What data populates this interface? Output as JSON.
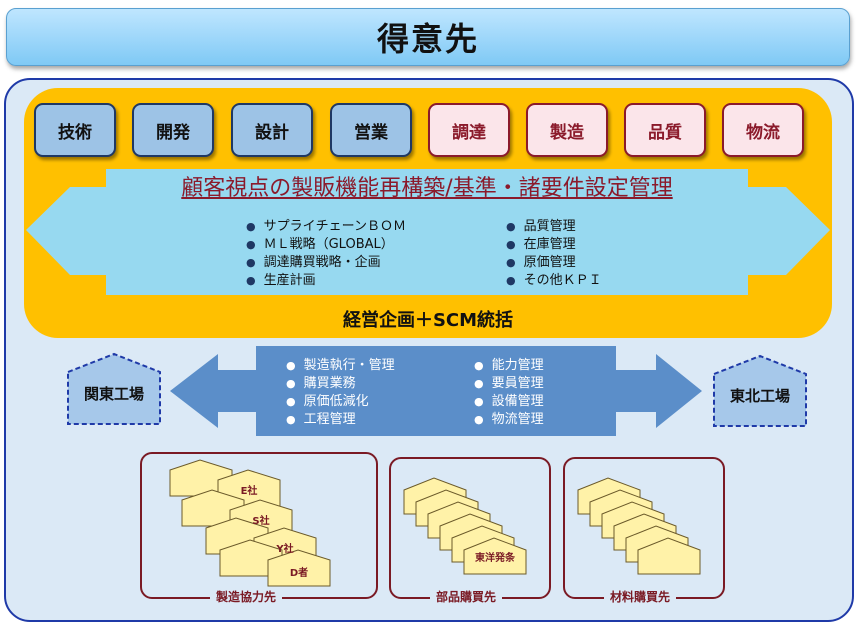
{
  "header": {
    "title": "得意先"
  },
  "departments": [
    {
      "label": "技術",
      "style": "blue"
    },
    {
      "label": "開発",
      "style": "blue"
    },
    {
      "label": "設計",
      "style": "blue"
    },
    {
      "label": "営業",
      "style": "blue"
    },
    {
      "label": "調達",
      "style": "pink"
    },
    {
      "label": "製造",
      "style": "pink"
    },
    {
      "label": "品質",
      "style": "pink"
    },
    {
      "label": "物流",
      "style": "pink"
    }
  ],
  "hq": {
    "arrow_title": "顧客視点の製販機能再構築/基準・諸要件設定管理",
    "left_items": [
      "サプライチェーンＢＯＭ",
      "ＭＬ戦略（GLOBAL）",
      "調達購買戦略・企画",
      "生産計画"
    ],
    "right_items": [
      "品質管理",
      "在庫管理",
      "原価管理",
      "その他ＫＰＩ"
    ],
    "label": "経営企画＋SCM統括",
    "colors": {
      "panel": "#ffc000",
      "arrow": "#97d9f0",
      "title": "#8b1a2b"
    }
  },
  "factories": {
    "left": "関東工場",
    "right": "東北工場",
    "left_items": [
      "製造執行・管理",
      "購買業務",
      "原価低減化",
      "工程管理"
    ],
    "right_items": [
      "能力管理",
      "要員管理",
      "設備管理",
      "物流管理"
    ]
  },
  "suppliers": {
    "manufacturing": {
      "label": "製造協力先",
      "companies": [
        "E社",
        "S社",
        "Y社",
        "D者"
      ]
    },
    "parts": {
      "label": "部品購買先",
      "companies": [
        "東洋発条"
      ]
    },
    "materials": {
      "label": "材料購買先"
    }
  }
}
